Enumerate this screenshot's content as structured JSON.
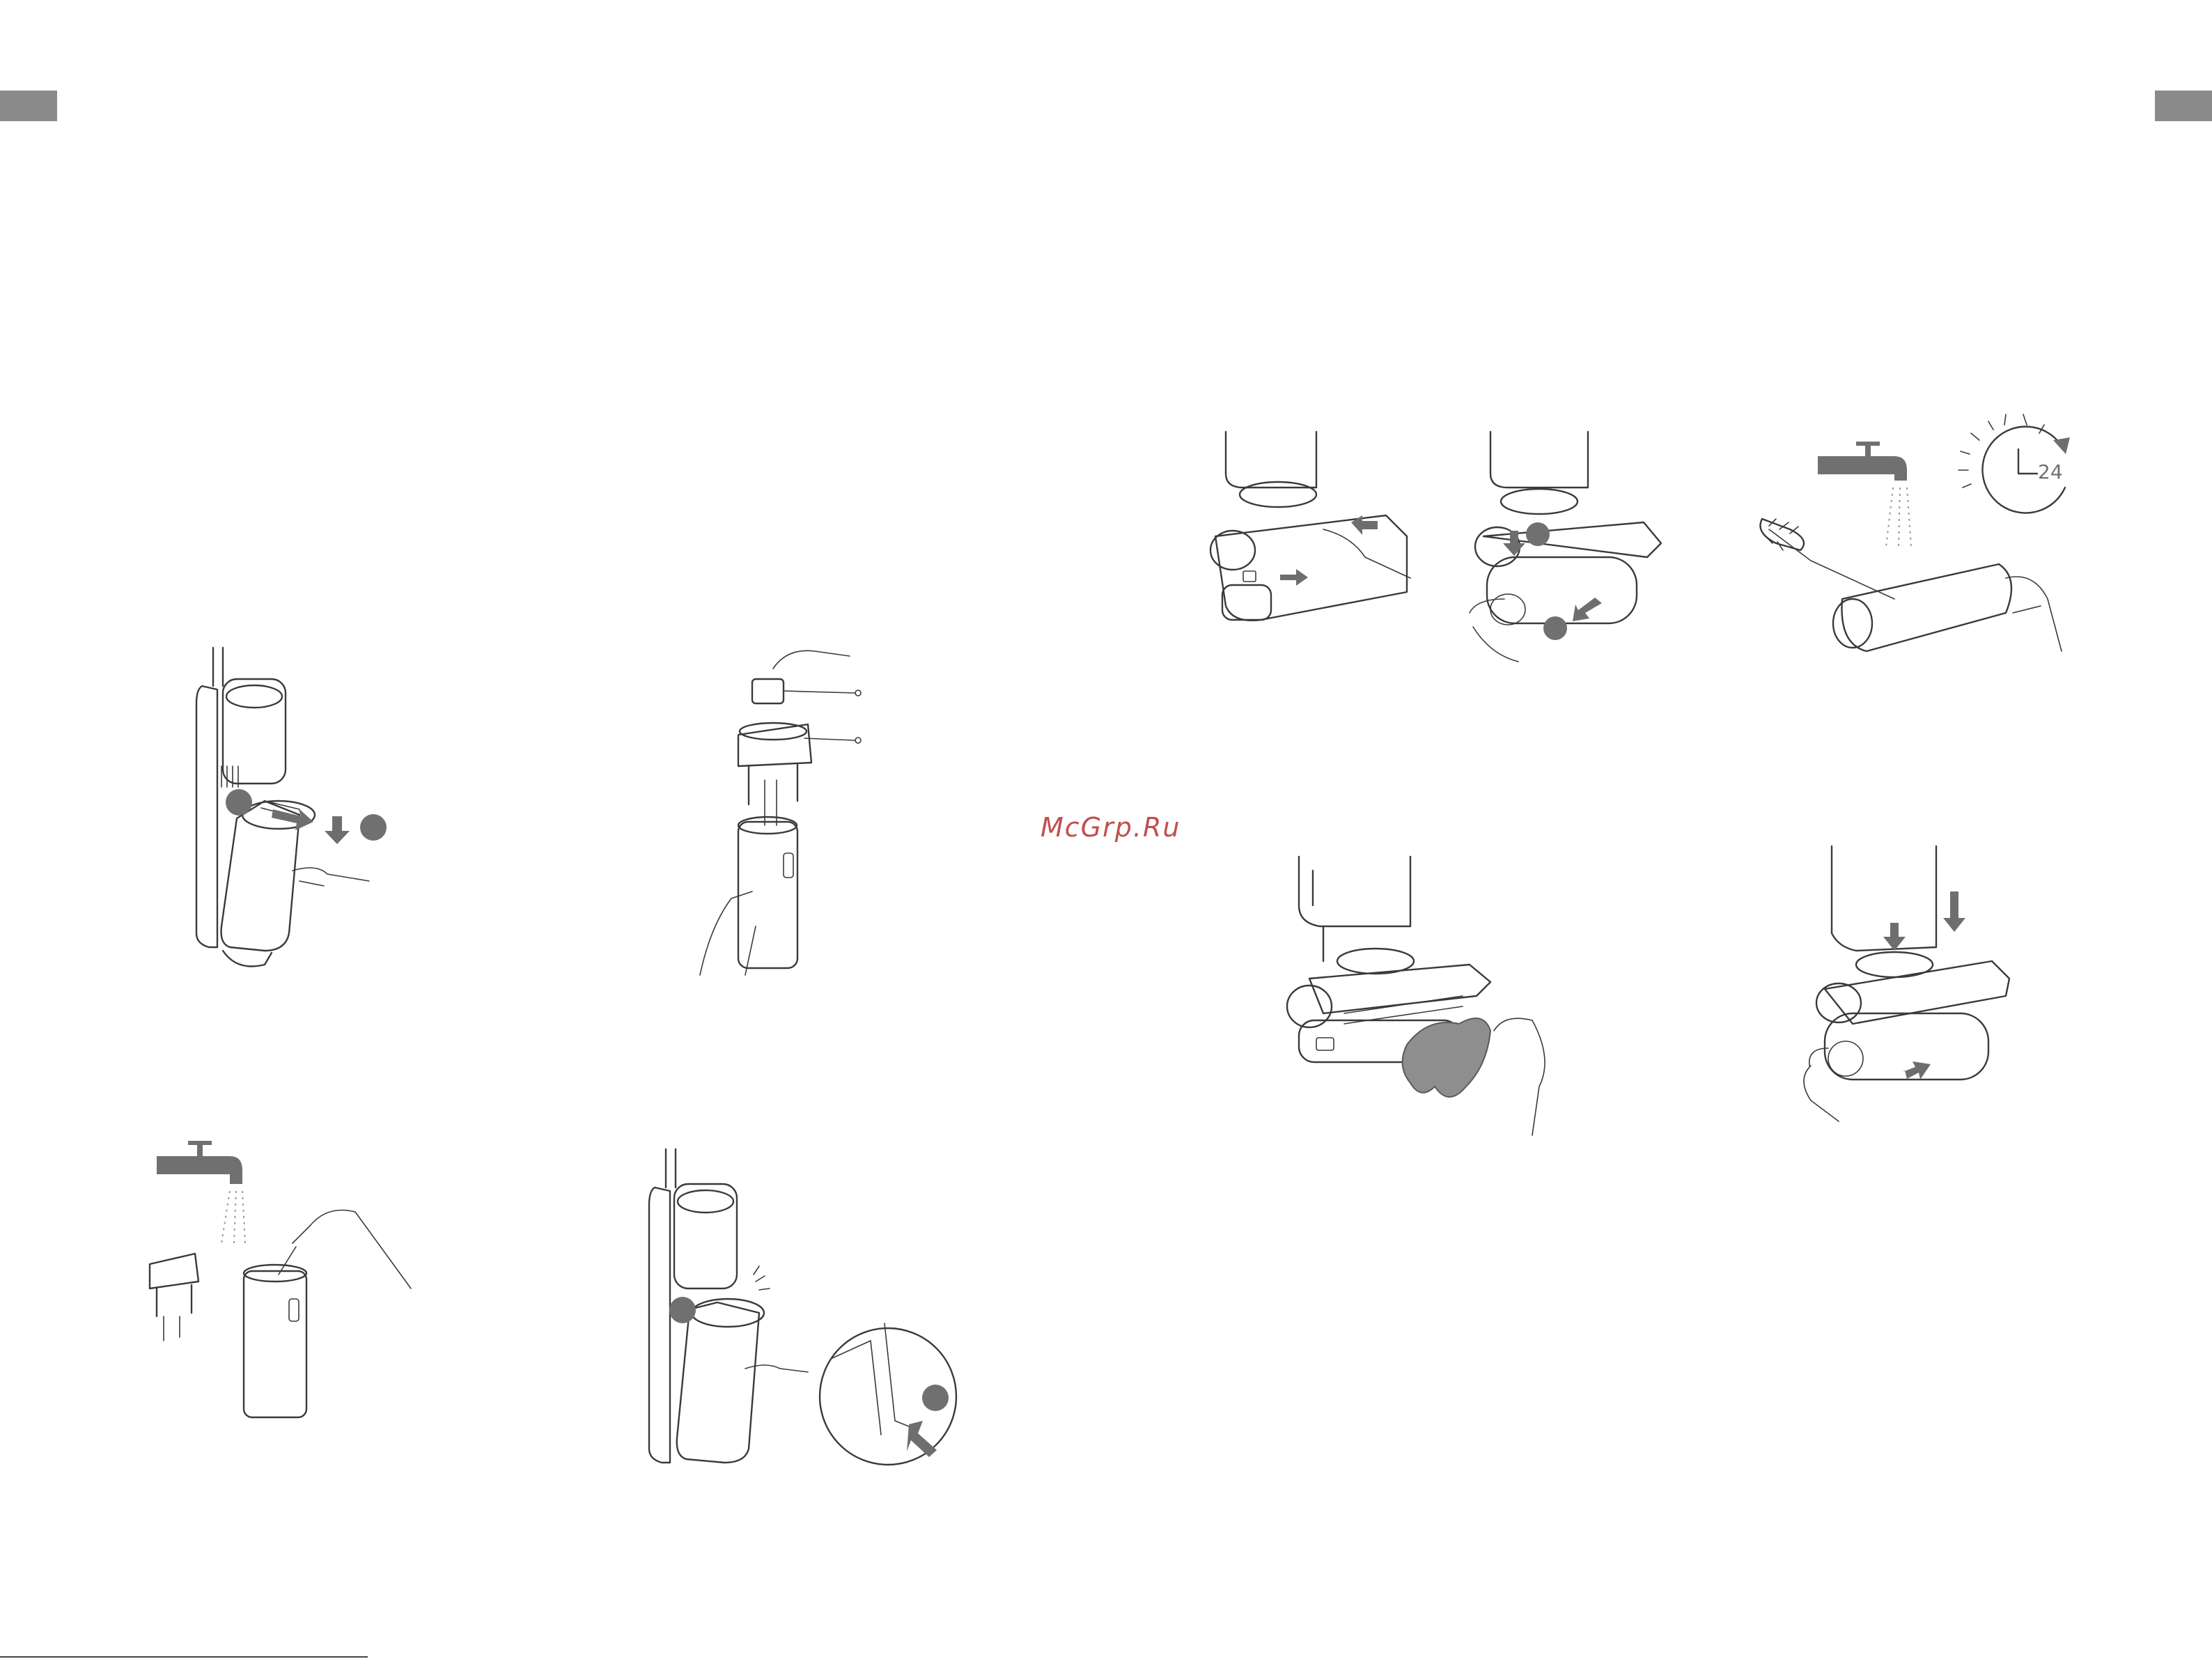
{
  "watermark": "McGrp.Ru",
  "clock_badge": {
    "number": "24"
  },
  "colors": {
    "tab": "#8a8a8a",
    "watermark": "#c0504d",
    "marker": "#707070",
    "line": "#3a3a3a"
  },
  "icons": [
    "water-tap-icon",
    "clock-24h-icon",
    "arrow-icon",
    "step-marker-dot"
  ]
}
